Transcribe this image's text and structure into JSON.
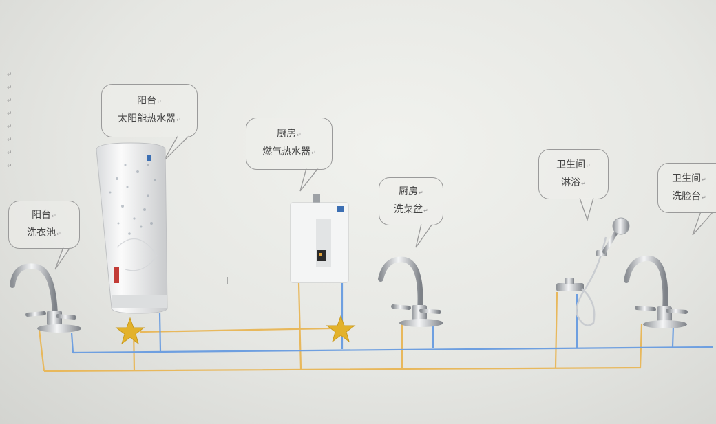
{
  "labels": {
    "balcony_sink": {
      "line1": "阳台",
      "line2": "洗衣池"
    },
    "solar_heater": {
      "line1": "阳台",
      "line2": "太阳能热水器"
    },
    "gas_heater": {
      "line1": "厨房",
      "line2": "燃气热水器"
    },
    "kitchen_sink": {
      "line1": "厨房",
      "line2": "洗菜盆"
    },
    "shower": {
      "line1": "卫生间",
      "line2": "淋浴"
    },
    "washbasin": {
      "line1": "卫生间",
      "line2": "洗脸台"
    }
  },
  "colors": {
    "hot_pipe": "#e8b85c",
    "cold_pipe": "#6e9fe0",
    "star": "#e3b22b"
  }
}
